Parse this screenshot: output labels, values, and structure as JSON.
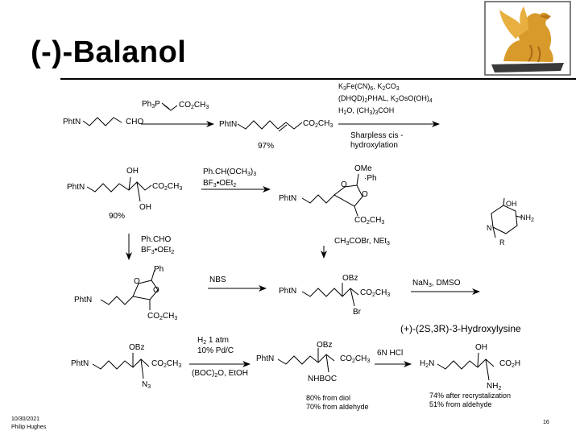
{
  "slide": {
    "title": "(-)-Balanol",
    "footer_date": "10/30/2021",
    "footer_author": "Philip Hughes",
    "page_number": "16",
    "logo_icon": "griffin-statue-logo"
  },
  "scheme": {
    "row1": {
      "sm_left": "PhtN",
      "sm_right": "CHO",
      "wittig_left": "Ph",
      "wittig_mid": "P",
      "wittig_right": "CO",
      "yield": "97%",
      "prod_left": "PhtN",
      "prod_right": "CO",
      "prod_right_b": "CH",
      "cond_line1_a": "K",
      "cond_line1_b": "Fe(CN)",
      "cond_line1_c": ", K",
      "cond_line1_d": "CO",
      "cond_line2_a": "(DHQD)",
      "cond_line2_b": "PHAL, K",
      "cond_line2_c": "OsO(OH)",
      "cond_line3_a": "H",
      "cond_line3_b": "O, (CH",
      "cond_line3_c": ")",
      "cond_line3_d": "COH",
      "sharpless_1": "Sharpless cis -",
      "sharpless_2": "hydroxylation"
    },
    "row2": {
      "diol_left": "PhtN",
      "diol_oh_top": "OH",
      "diol_oh_bottom": "OH",
      "diol_ester": "CO",
      "diol_ester_b": "CH",
      "yield": "90%",
      "cond1": "Ph.CH(OCH",
      "cond1_end": ")",
      "cond2": "BF",
      "cond2_b": "•OEt",
      "acetal_ome": "OMe",
      "acetal_ph": "Ph",
      "acetal_o1": "O",
      "acetal_o2": "O",
      "acetal_left": "PhtN",
      "acetal_ester": "CO",
      "acetal_ester_b": "CH",
      "piperidine_oh": "OH",
      "piperidine_nh2": "NH",
      "piperidine_n": "N",
      "piperidine_r": "R"
    },
    "row3": {
      "down_cond1": "Ph.CHO",
      "down_cond2": "BF",
      "down_cond2_b": "•OEt",
      "ortho_ph": "Ph",
      "ortho_o1": "O",
      "ortho_o2": "O",
      "ortho_left": "PhtN",
      "ortho_ester": "CO",
      "ortho_ester_b": "CH",
      "nbs": "NBS",
      "acyl_cond_a": "CH",
      "acyl_cond_b": "COBr, NEt",
      "bromo_obz": "OBz",
      "bromo_left": "PhtN",
      "bromo_ester": "CO",
      "bromo_ester_b": "CH",
      "bromo_br": "Br",
      "azide_cond_a": "NaN",
      "azide_cond_b": ", DMSO"
    },
    "row4": {
      "target_label": "(+)-(2S,3R)-3-Hydroxylysine",
      "azide_obz": "OBz",
      "azide_left": "PhtN",
      "azide_ester": "CO",
      "azide_ester_b": "CH",
      "azide_n3": "N",
      "hyd_cond1_a": "H",
      "hyd_cond1_b": "1 atm",
      "hyd_cond2": "10% Pd/C",
      "hyd_cond3_a": "(BOC)",
      "hyd_cond3_b": "O, EtOH",
      "boc_obz": "OBz",
      "boc_left": "PhtN",
      "boc_ester": "CO",
      "boc_ester_b": "CH",
      "boc_nh": "NHBOC",
      "hcl": "6N HCl",
      "final_oh": "OH",
      "final_left_a": "H",
      "final_left_b": "N",
      "final_acid": "CO",
      "final_acid_b": "H",
      "final_nh2": "NH",
      "yield1": "80% from diol",
      "yield2": "70% from aldehyde",
      "yield3": "74% after recrystalization",
      "yield4": "51% from aldehyde"
    }
  }
}
